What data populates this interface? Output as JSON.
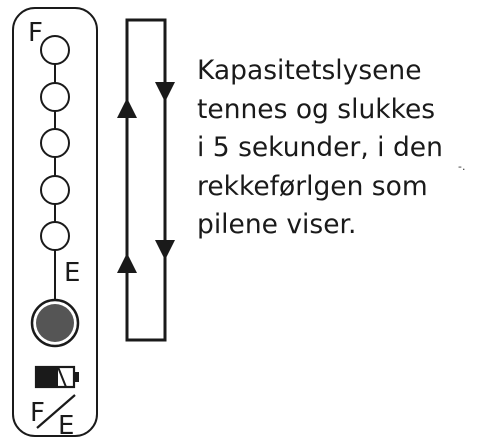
{
  "panel": {
    "full_label": "F",
    "empty_label": "E",
    "indicator_count": 5,
    "status_button": "dark-round-button",
    "battery_icon": "battery-icon",
    "fe_logo_top": "F",
    "fe_logo_bottom": "E"
  },
  "description": {
    "lines": [
      "Kapasitetslysene",
      "tennes og slukkes",
      "i 5 sekunder, i den",
      "rekkeførlgen som",
      "pilene viser."
    ]
  },
  "stray_mark": "̵."
}
